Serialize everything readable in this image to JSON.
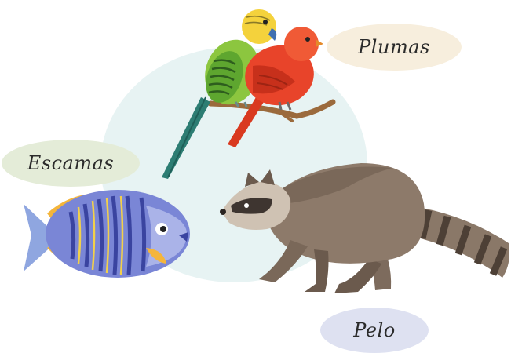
{
  "labels": {
    "plumas": "Plumas",
    "escamas": "Escamas",
    "pelo": "Pelo"
  },
  "illustrations": {
    "parakeet": "parakeet-icon",
    "canary": "canary-icon",
    "fish": "fish-icon",
    "raccoon": "raccoon-icon"
  },
  "colors": {
    "background_blob": "#e7f3f3",
    "plumas_bubble": "#f7eedd",
    "escamas_bubble": "#e4ecd8",
    "pelo_bubble": "#dee1f1"
  }
}
